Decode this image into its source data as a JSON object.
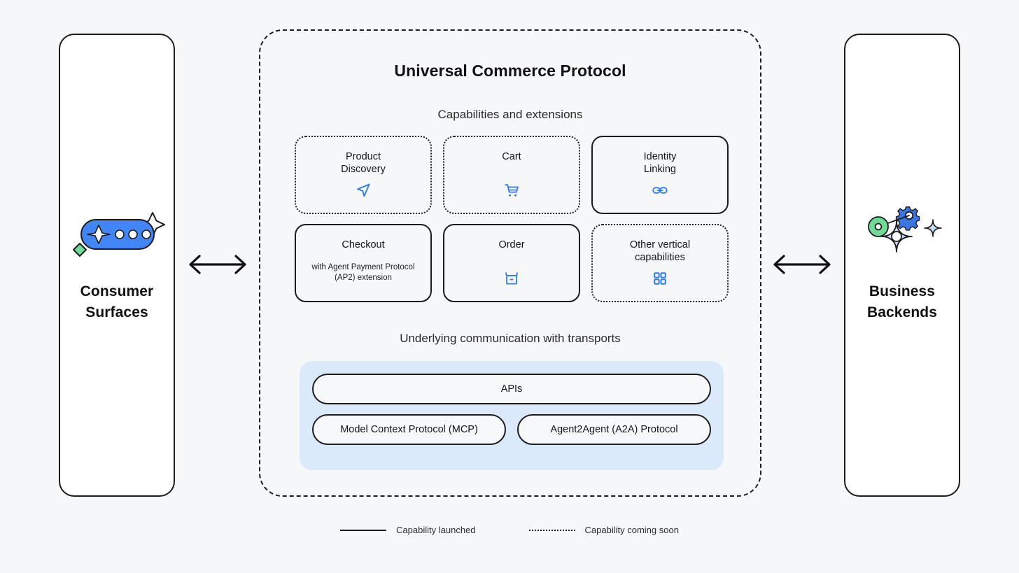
{
  "canvas": {
    "background_color": "#f6f7f9",
    "accent_blue": "#2f7ced",
    "band_blue": "#dbeafb",
    "ink": "#1c1c1c"
  },
  "left_panel": {
    "label_line1": "Consumer",
    "label_line2": "Surfaces",
    "art_icon_name": "chat-bubble-sparkle-icon"
  },
  "right_panel": {
    "label_line1": "Business",
    "label_line2": "Backends",
    "art_icon_name": "gears-sparkle-icon"
  },
  "connectors": {
    "left_icon": "double-headed-arrow-icon",
    "right_icon": "double-headed-arrow-icon"
  },
  "ucp": {
    "title": "Universal Commerce Protocol",
    "capabilities_heading": "Capabilities and extensions",
    "transports_heading": "Underlying communication with transports",
    "capabilities": [
      {
        "title_line1": "Product",
        "title_line2": "Discovery",
        "subtitle": "",
        "status": "soon",
        "icon": "navigation-arrow-icon"
      },
      {
        "title_line1": "Cart",
        "title_line2": "",
        "subtitle": "",
        "status": "soon",
        "icon": "shopping-cart-icon"
      },
      {
        "title_line1": "Identity",
        "title_line2": "Linking",
        "subtitle": "",
        "status": "launched",
        "icon": "link-chain-icon"
      },
      {
        "title_line1": "Checkout",
        "title_line2": "",
        "subtitle": "with Agent Payment Protocol (AP2) extension",
        "status": "launched",
        "icon": ""
      },
      {
        "title_line1": "Order",
        "title_line2": "",
        "subtitle": "",
        "status": "launched",
        "icon": "inbox-box-icon"
      },
      {
        "title_line1": "Other vertical",
        "title_line2": "capabilities",
        "subtitle": "",
        "status": "soon",
        "icon": "grid-four-squares-icon"
      }
    ],
    "transports": {
      "apis": "APIs",
      "mcp": "Model Context Protocol (MCP)",
      "a2a": "Agent2Agent (A2A) Protocol"
    }
  },
  "legend": {
    "launched_label": "Capability launched",
    "soon_label": "Capability coming soon"
  }
}
